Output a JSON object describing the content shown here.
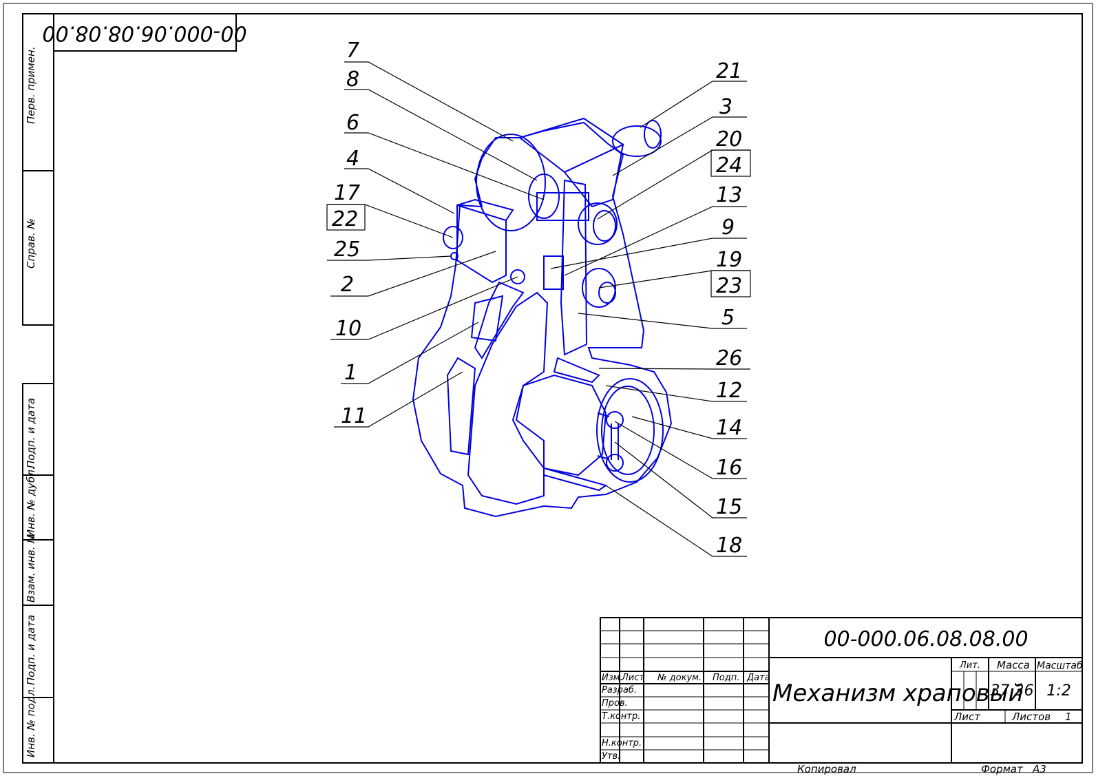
{
  "doc_code": "00-000.06.08.08.00",
  "doc_code_rotated": "00-000.06.08.08.00",
  "title": "Механизм храповый",
  "mass": "37,36",
  "scale": "1:2",
  "sheet_label": "Лист",
  "sheets_label": "Листов",
  "sheets_count": "1",
  "lit_label": "Лит.",
  "mass_label": "Масса",
  "scale_label": "Масштаб",
  "copied_label": "Копировал",
  "format_label": "Формат",
  "format_value": "А3",
  "stamp_headers": [
    "Изм.",
    "Лист",
    "№ докум.",
    "Подп.",
    "Дата"
  ],
  "stamp_rows": [
    "Разраб.",
    "Пров.",
    "Т.контр.",
    "Н.контр.",
    "Утв."
  ],
  "side_labels": [
    "Перв. примен.",
    "Справ. №",
    "Подп. и дата",
    "Инв. № дубл.",
    "Взам. инв. №",
    "Подп. и дата",
    "Инв. № подл."
  ],
  "callouts_left": [
    "7",
    "8",
    "6",
    "4",
    "17",
    "22",
    "25",
    "2",
    "10",
    "1",
    "11"
  ],
  "callouts_right": [
    "21",
    "3",
    "20",
    "24",
    "13",
    "9",
    "19",
    "23",
    "5",
    "26",
    "12",
    "14",
    "16",
    "15",
    "18"
  ],
  "colors": {
    "drawing": "#0000e0",
    "frame": "#000000"
  }
}
